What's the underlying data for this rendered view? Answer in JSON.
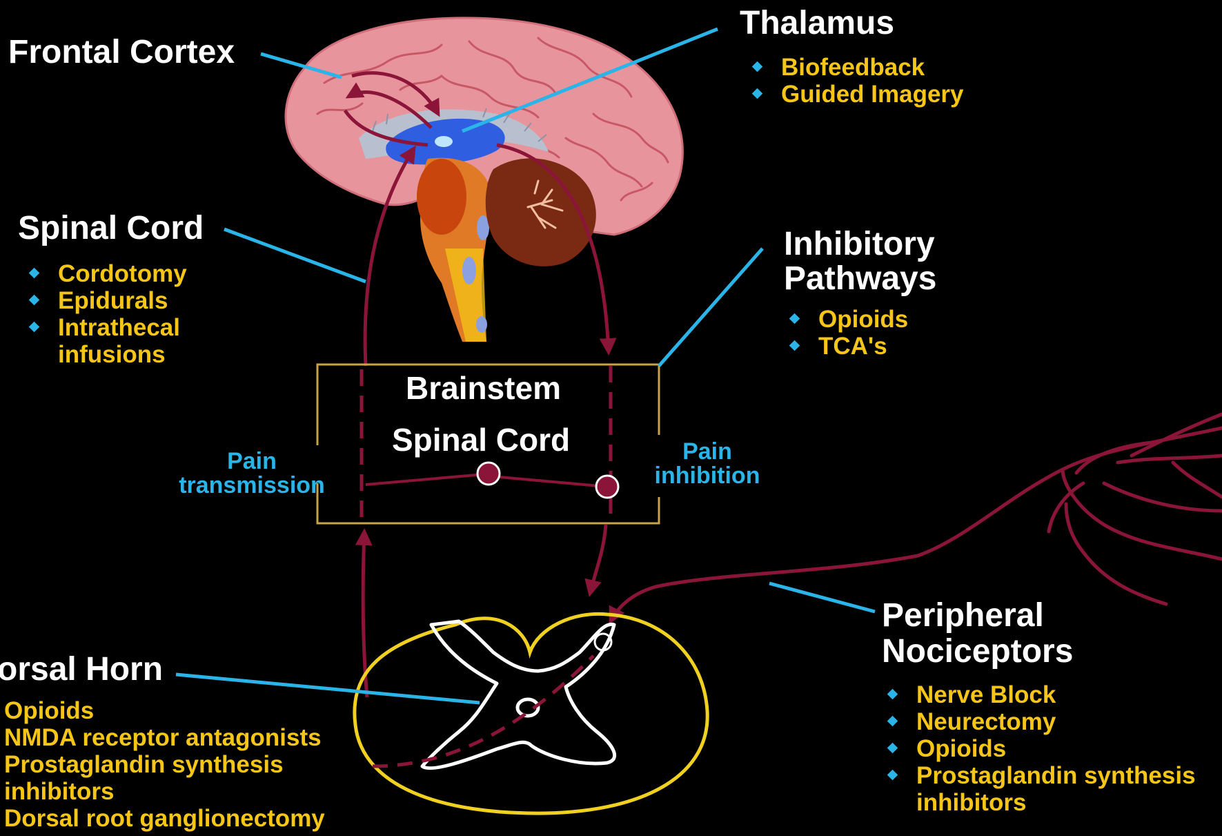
{
  "frontal_cortex": {
    "title": "Frontal Cortex"
  },
  "thalamus": {
    "title": "Thalamus",
    "items": [
      "Biofeedback",
      "Guided Imagery"
    ]
  },
  "spinal_cord": {
    "title": "Spinal Cord",
    "items": [
      "Cordotomy",
      "Epidurals",
      "Intrathecal infusions"
    ]
  },
  "inhibitory": {
    "title_line1": "Inhibitory",
    "title_line2": "Pathways",
    "items": [
      "Opioids",
      "TCA's"
    ]
  },
  "box": {
    "line1": "Brainstem",
    "line2": "Spinal Cord"
  },
  "pain_transmission": {
    "line1": "Pain",
    "line2": "transmission"
  },
  "pain_inhibition": {
    "line1": "Pain",
    "line2": "inhibition"
  },
  "dorsal_horn": {
    "title": "orsal Horn",
    "items": [
      "Opioids",
      "NMDA receptor antagonists",
      "Prostaglandin synthesis inhibitors",
      "Dorsal root ganglionectomy"
    ]
  },
  "peripheral": {
    "title_line1": "Peripheral",
    "title_line2": "Nociceptors",
    "items": [
      "Nerve Block",
      "Neurectomy",
      "Opioids",
      "Prostaglandin synthesis inhibitors"
    ]
  },
  "colors": {
    "background": "#000000",
    "heading": "#ffffff",
    "treatment_text": "#f5c518",
    "bullet_and_pointer": "#2ab4e8",
    "pathway": "#8a1538",
    "box_outline": "#c9a24a",
    "brain": "#e8949c",
    "thalamus_region": "#2f5fe0",
    "cerebellum": "#7a2a12",
    "cord_outline": "#f0d020"
  }
}
